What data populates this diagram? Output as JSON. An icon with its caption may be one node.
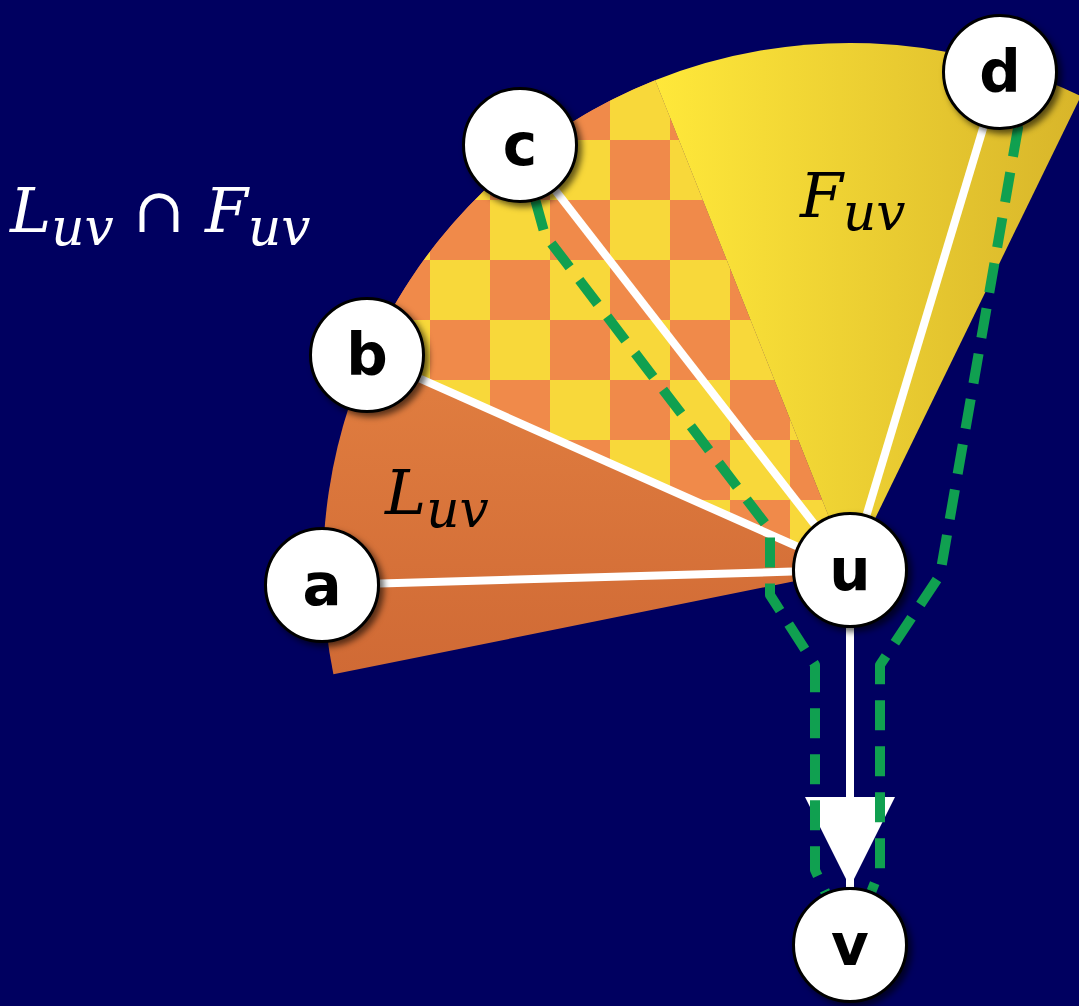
{
  "diagram": {
    "nodes": [
      {
        "text": [
          "a"
        ]
      },
      {
        "text": [
          "b"
        ]
      },
      {
        "text": [
          "c"
        ]
      },
      {
        "text": [
          "d"
        ]
      },
      {
        "text": [
          "u"
        ]
      },
      {
        "text": [
          "v"
        ]
      }
    ],
    "edges": [
      {
        "from": 0,
        "to": 4,
        "arrow": "none"
      },
      {
        "from": 1,
        "to": 4,
        "arrow": "none"
      },
      {
        "from": 2,
        "to": 4,
        "arrow": "none"
      },
      {
        "from": 3,
        "to": 4,
        "arrow": "none"
      },
      {
        "from": 4,
        "to": 5,
        "arrow": "to"
      },
      {
        "from": 2,
        "to": 5,
        "arrow": "none",
        "style": "dashed",
        "color": "#10a050"
      },
      {
        "from": 3,
        "to": 5,
        "arrow": "none",
        "style": "dashed",
        "color": "#10a050"
      }
    ],
    "labels": [
      "L$_{uv}$ ∩ F$_{uv}$",
      "F$_{uv}$",
      "L$_{uv}$"
    ]
  }
}
